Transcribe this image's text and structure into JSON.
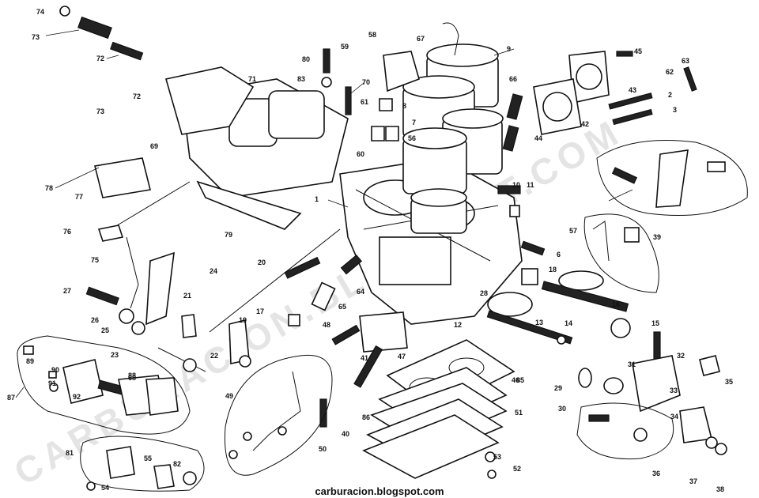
{
  "watermark": "CARBURACION.BLOGSPOT.COM",
  "footer": {
    "credit": "carburacion.blogspot.com"
  },
  "labels": [
    "74",
    "73",
    "72",
    "71",
    "72",
    "73",
    "69",
    "78",
    "77",
    "76",
    "75",
    "27",
    "26",
    "25",
    "24",
    "23",
    "22",
    "21",
    "20",
    "19",
    "17",
    "70",
    "80",
    "83",
    "58",
    "67",
    "9",
    "8",
    "7",
    "66",
    "61",
    "60",
    "56",
    "65",
    "64",
    "49",
    "48",
    "47",
    "46",
    "45",
    "44",
    "43",
    "42",
    "2",
    "3",
    "62",
    "63",
    "1",
    "10",
    "11",
    "6",
    "18",
    "28",
    "13",
    "12",
    "14",
    "15",
    "16",
    "57",
    "39",
    "30",
    "31",
    "32",
    "33",
    "34",
    "35",
    "36",
    "37",
    "38",
    "29",
    "50",
    "40",
    "41",
    "51",
    "52",
    "53",
    "54",
    "55",
    "59",
    "68",
    "79",
    "81",
    "82",
    "85",
    "86",
    "87",
    "88",
    "89",
    "90",
    "91",
    "92"
  ]
}
